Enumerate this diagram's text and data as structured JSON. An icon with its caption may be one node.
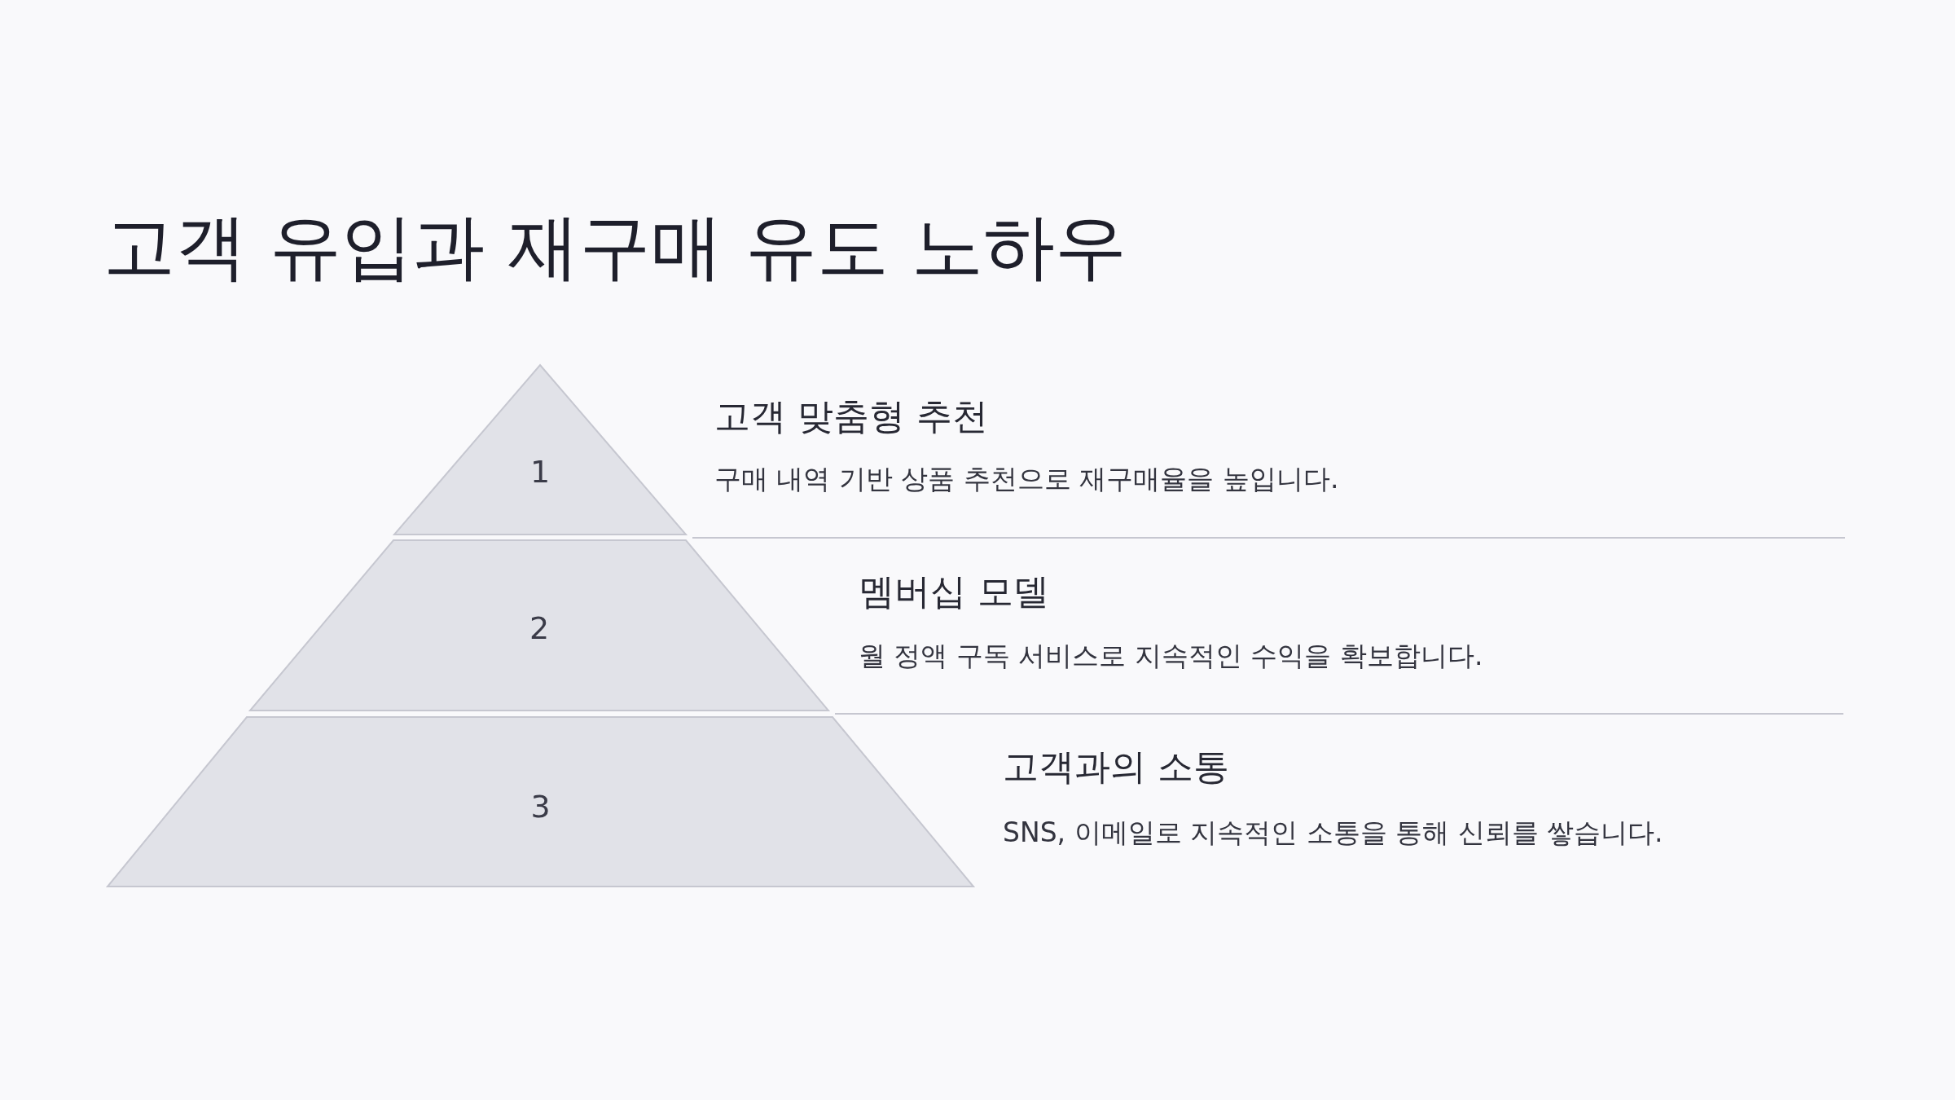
{
  "diagram": {
    "title": "고객 유입과 재구매 유도 노하우",
    "nodes": [
      {
        "text": [
          "1"
        ],
        "beside": [
          "고객 맞춤형 추천",
          "구매 내역 기반 상품 추천으로 재구매율을 높입니다."
        ]
      },
      {
        "text": [
          "2"
        ],
        "beside": [
          "멤버십 모델",
          "월 정액 구독 서비스로 지속적인 수익을 확보합니다."
        ]
      },
      {
        "text": [
          "3"
        ],
        "beside": [
          "고객과의 소통",
          "SNS, 이메일로 지속적인 소통을 통해 신뢰를 쌓습니다."
        ]
      }
    ],
    "edges": []
  }
}
